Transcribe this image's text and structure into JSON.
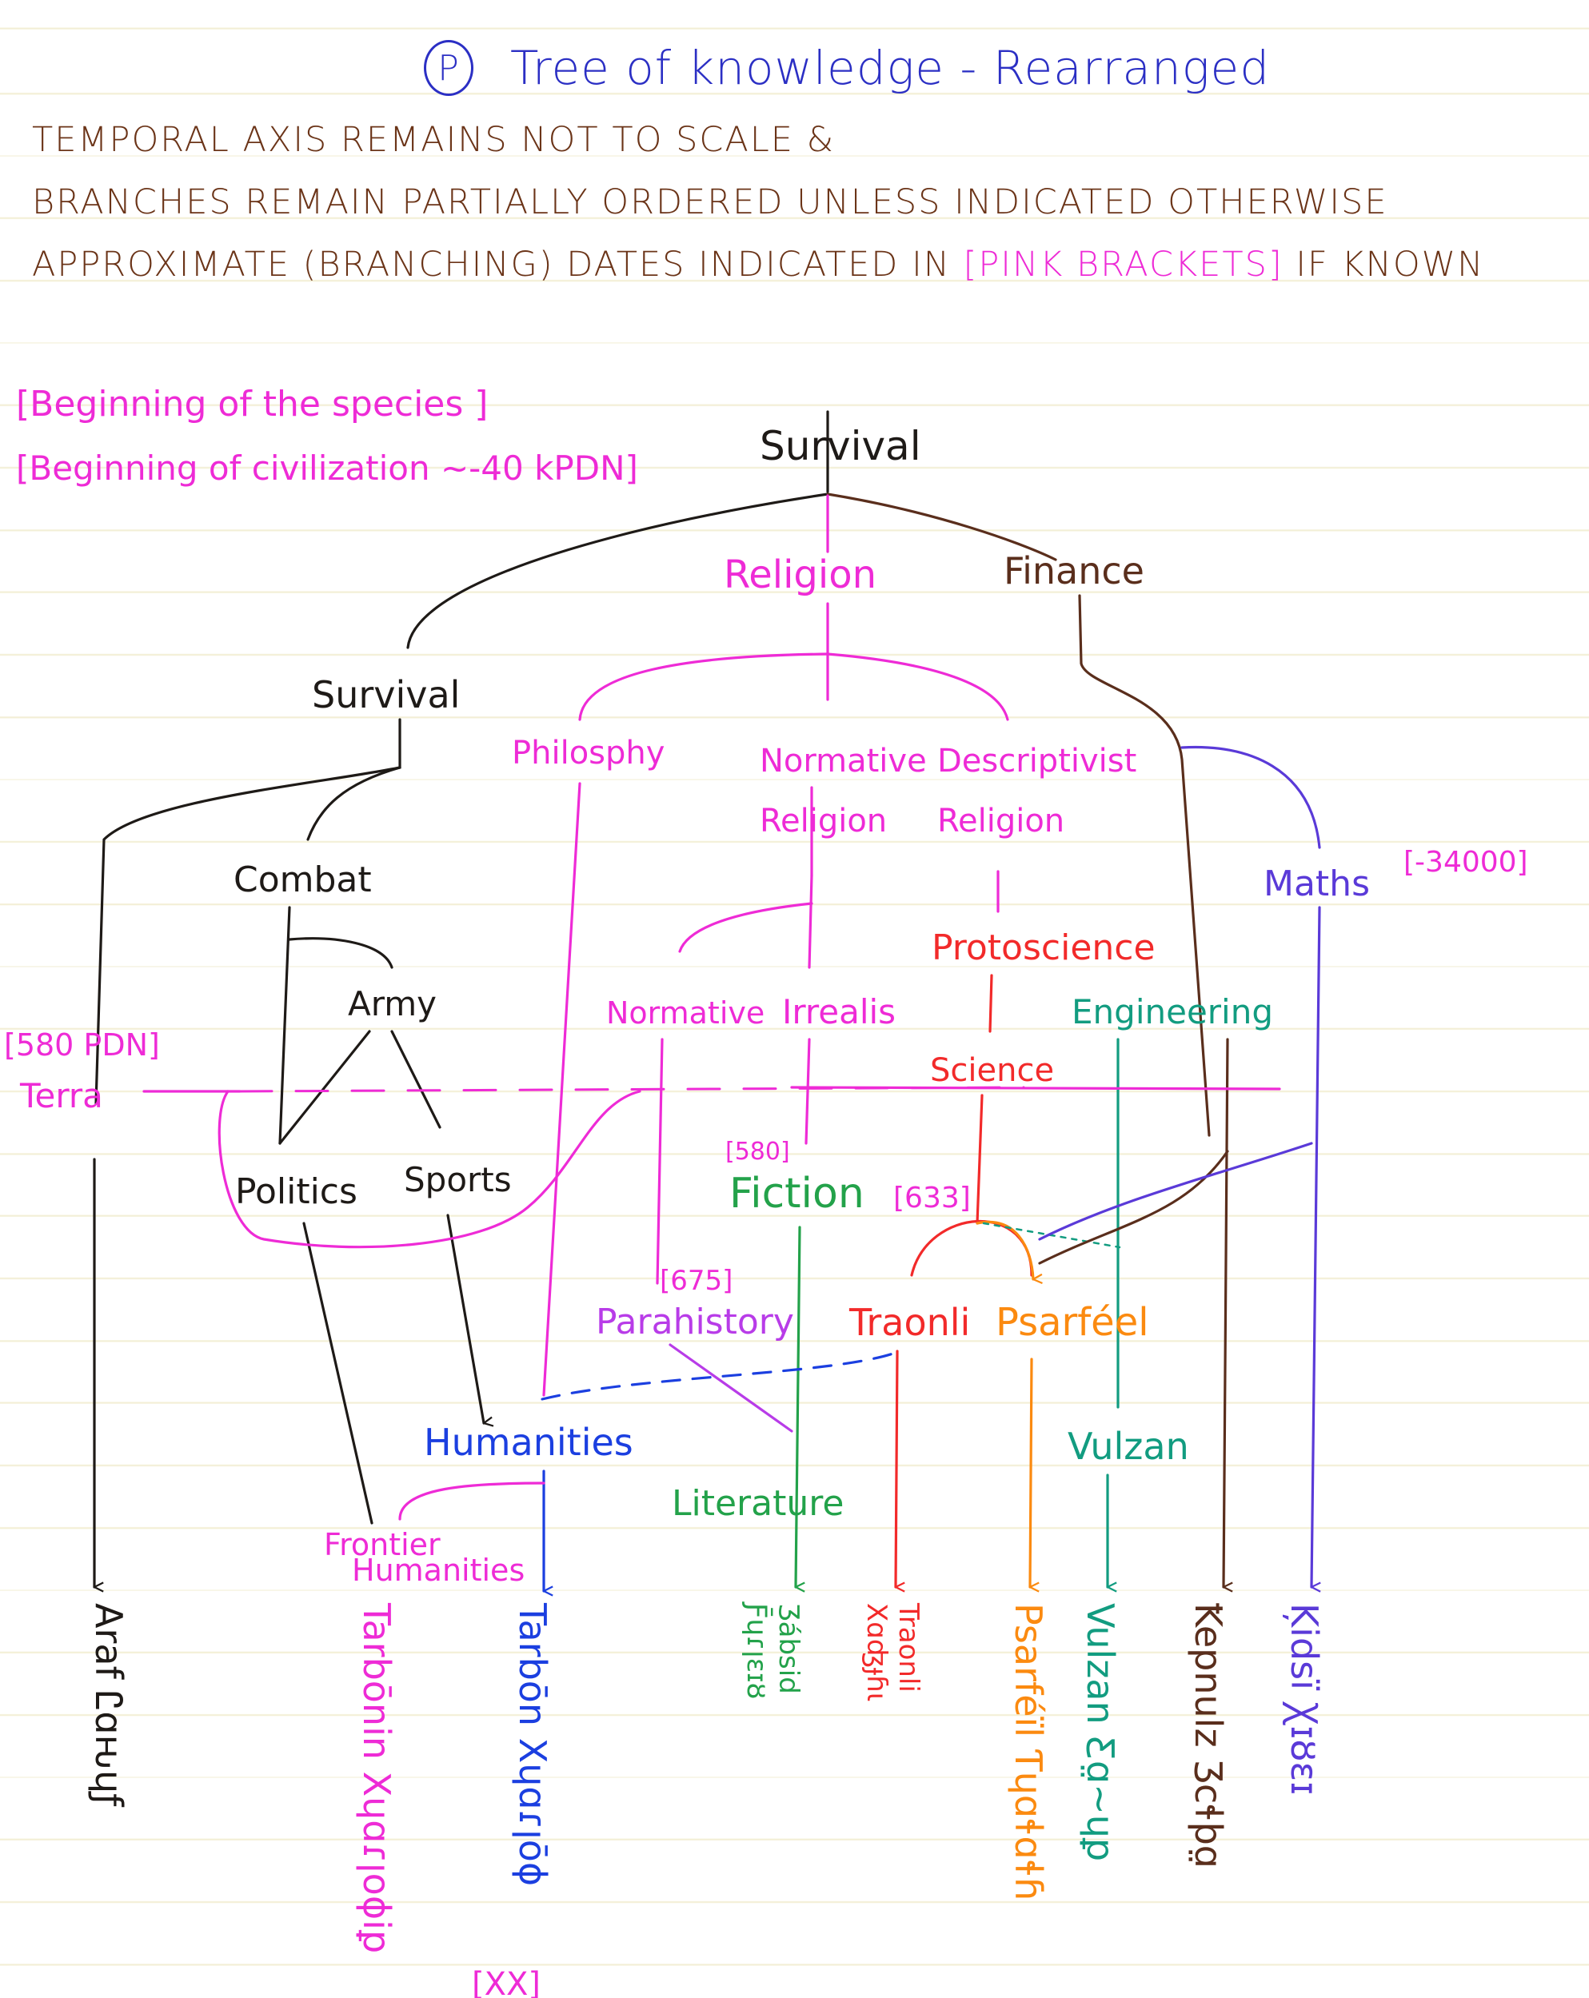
{
  "header": {
    "badge": "P",
    "title": "Tree of knowledge - Rearranged",
    "notes": [
      {
        "text": "Temporal axis remains not to scale",
        "suffix": " &",
        "pink": "",
        "tail": ""
      },
      {
        "text": "Branches remain partially ordered unless indicated otherwise",
        "suffix": "",
        "pink": "",
        "tail": ""
      },
      {
        "text": "Approximate (branching) dates indicated in ",
        "suffix": "",
        "pink": "[Pink brackets]",
        "tail": " if known"
      }
    ]
  },
  "colors": {
    "black": "#1e1a17",
    "brown": "#5a2e1c",
    "magenta": "#ee2bd6",
    "purple": "#b83ce8",
    "red": "#f22a2a",
    "orange": "#fb8a10",
    "green": "#23a24a",
    "teal": "#129c80",
    "blue": "#1b3fe0",
    "violet": "#5a3ad8",
    "title_blue": "#2b2fc4"
  },
  "annotations": [
    {
      "id": "beginning-species",
      "text": "[Beginning of the species ]",
      "color": "magenta"
    },
    {
      "id": "beginning-civilization",
      "text": "[Beginning of civilization ~-40 kPDN]",
      "color": "magenta"
    },
    {
      "id": "terra-date",
      "text": "[580 PDN]",
      "color": "magenta"
    },
    {
      "id": "terra",
      "text": "Terra",
      "color": "magenta"
    }
  ],
  "nodes": [
    {
      "id": "survival-root",
      "label": "Survival",
      "color": "black"
    },
    {
      "id": "religion",
      "label": "Religion",
      "color": "magenta"
    },
    {
      "id": "finance",
      "label": "Finance",
      "color": "brown"
    },
    {
      "id": "survival",
      "label": "Survival",
      "color": "black"
    },
    {
      "id": "philosophy",
      "label": "Philosphy",
      "color": "magenta"
    },
    {
      "id": "normative-religion",
      "label": "Normative Religion",
      "color": "magenta"
    },
    {
      "id": "descriptivist-religion",
      "label": "Descriptivist Religion",
      "color": "magenta"
    },
    {
      "id": "maths",
      "label": "Maths",
      "color": "violet",
      "date": "[-34000]"
    },
    {
      "id": "combat",
      "label": "Combat",
      "color": "black"
    },
    {
      "id": "army",
      "label": "Army",
      "color": "black"
    },
    {
      "id": "protoscience",
      "label": "Protoscience",
      "color": "red"
    },
    {
      "id": "normative",
      "label": "Normative",
      "color": "magenta"
    },
    {
      "id": "irrealis",
      "label": "Irrealis",
      "color": "magenta"
    },
    {
      "id": "engineering",
      "label": "Engineering",
      "color": "teal"
    },
    {
      "id": "science",
      "label": "Science",
      "color": "red"
    },
    {
      "id": "politics",
      "label": "Politics",
      "color": "black"
    },
    {
      "id": "sports",
      "label": "Sports",
      "color": "black"
    },
    {
      "id": "fiction",
      "label": "Fiction",
      "color": "green",
      "date_before": "[580]",
      "date": "[633]"
    },
    {
      "id": "parahistory",
      "label": "Parahistory",
      "color": "purple",
      "date": "[675]"
    },
    {
      "id": "traonli",
      "label": "Traonli",
      "color": "red"
    },
    {
      "id": "psarfel",
      "label": "Psarféel",
      "color": "orange"
    },
    {
      "id": "humanities",
      "label": "Humanities",
      "color": "blue"
    },
    {
      "id": "vulzan",
      "label": "Vulzan",
      "color": "teal"
    },
    {
      "id": "literature",
      "label": "Literature",
      "color": "green"
    },
    {
      "id": "frontier-humanities",
      "label": "Frontier Humanities",
      "color": "magenta"
    }
  ],
  "leaves": [
    {
      "id": "araf",
      "latin": "Araf",
      "script": "Ꮭɑԋɥƒ",
      "color": "black"
    },
    {
      "id": "tarbonin",
      "latin": "Tarbōnin",
      "script": "Xɥɑɾꞁoɸiꝑ",
      "color": "magenta"
    },
    {
      "id": "tarbon",
      "latin": "Tarbōn",
      "script": "Xɥɑɾꞁōɸ",
      "color": "blue"
    },
    {
      "id": "zabsid",
      "latin": "Ʒábsid",
      "script": "Ƒ̄ɥɾꞁɛɪȣ",
      "color": "green"
    },
    {
      "id": "traonli-leaf",
      "latin": "Traonli",
      "script": "Xɑʤɟɦɩ",
      "color": "red"
    },
    {
      "id": "psarfel-leaf",
      "latin": "Psarféïl",
      "script": "Ƭɥɑɬɑɬɦ",
      "color": "orange"
    },
    {
      "id": "vulzan-leaf",
      "latin": "Vulzan",
      "script": "Ƹɑ̤~ɥꝑ",
      "color": "teal"
    },
    {
      "id": "kepnulz",
      "latin": "Ꝁepnulz",
      "script": "Ʒcɬþɑ̤",
      "color": "brown"
    },
    {
      "id": "kidsi",
      "latin": "Ķidsï",
      "script": "Ꭓɪȣɛɪ",
      "color": "violet"
    }
  ],
  "footer_fragments": [
    "[XX]"
  ]
}
